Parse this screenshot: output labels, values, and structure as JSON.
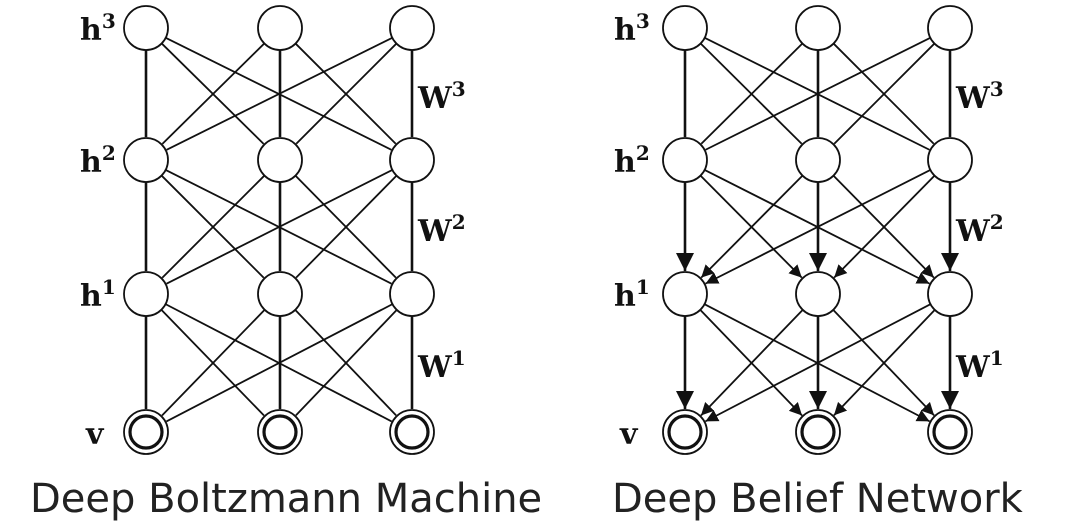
{
  "panels": [
    {
      "id": "dbm",
      "caption": "Deep Boltzmann Machine",
      "directed": false,
      "layers": [
        {
          "base": "h",
          "sup": "3"
        },
        {
          "base": "h",
          "sup": "2"
        },
        {
          "base": "h",
          "sup": "1"
        },
        {
          "base": "v",
          "sup": ""
        }
      ],
      "weights": [
        {
          "base": "W",
          "sup": "3"
        },
        {
          "base": "W",
          "sup": "2"
        },
        {
          "base": "W",
          "sup": "1"
        }
      ]
    },
    {
      "id": "dbn",
      "caption": "Deep Belief Network",
      "directed": true,
      "layers": [
        {
          "base": "h",
          "sup": "3"
        },
        {
          "base": "h",
          "sup": "2"
        },
        {
          "base": "h",
          "sup": "1"
        },
        {
          "base": "v",
          "sup": ""
        }
      ],
      "weights": [
        {
          "base": "W",
          "sup": "3"
        },
        {
          "base": "W",
          "sup": "2"
        },
        {
          "base": "W",
          "sup": "1"
        }
      ]
    }
  ],
  "visible_units_double_circle": true,
  "directed_layers_from": 1
}
